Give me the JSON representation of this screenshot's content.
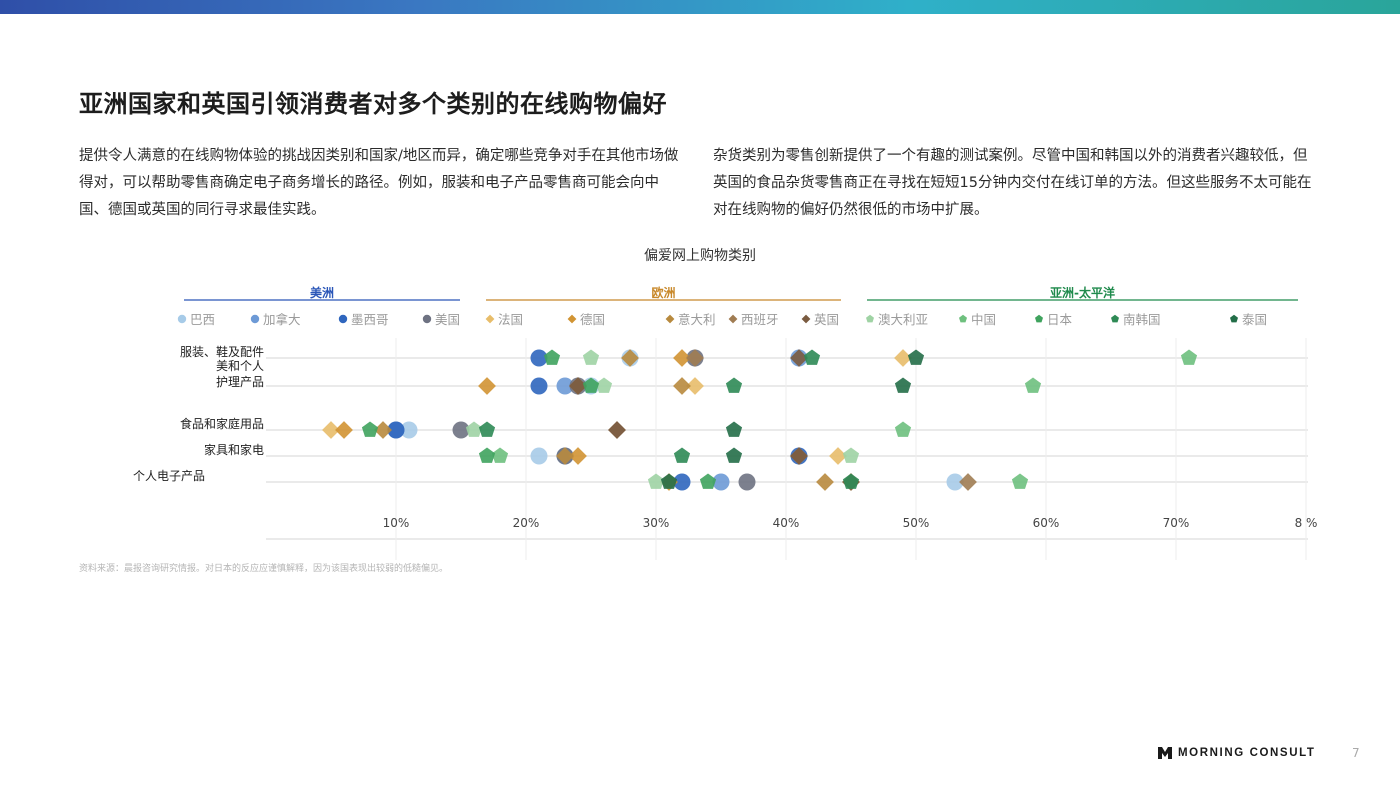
{
  "header": {
    "title": "亚洲国家和英国引领消费者对多个类别的在线购物偏好"
  },
  "intro": {
    "left": "提供令人满意的在线购物体验的挑战因类别和国家/地区而异，确定哪些竞争对手在其他市场做得对，可以帮助零售商确定电子商务增长的路径。例如，服装和电子产品零售商可能会向中国、德国或英国的同行寻求最佳实践。",
    "right": "杂货类别为零售创新提供了一个有趣的测试案例。尽管中国和韩国以外的消费者兴趣较低，但英国的食品杂货零售商正在寻找在短短15分钟内交付在线订单的方法。但这些服务不太可能在对在线购物的偏好仍然很低的市场中扩展。"
  },
  "chart_data": {
    "type": "scatter",
    "title": "偏爱网上购物类别",
    "regions": [
      {
        "name": "美洲",
        "color": "#2a56b8",
        "countries": [
          "巴西",
          "加拿大",
          "墨西哥",
          "美国"
        ]
      },
      {
        "name": "欧洲",
        "color": "#c8882a",
        "countries": [
          "法国",
          "德国",
          "意大利",
          "西班牙",
          "英国"
        ]
      },
      {
        "name": "亚洲-太平洋",
        "color": "#1f8a4c",
        "countries": [
          "澳大利亚",
          "中国",
          "日本",
          "南韩国",
          "泰国"
        ]
      }
    ],
    "series": [
      {
        "name": "巴西",
        "shape": "circle",
        "color": "#a7cbe8"
      },
      {
        "name": "加拿大",
        "shape": "circle",
        "color": "#6d9ad6"
      },
      {
        "name": "墨西哥",
        "shape": "circle",
        "color": "#2f66be"
      },
      {
        "name": "美国",
        "shape": "circle",
        "color": "#6e7282"
      },
      {
        "name": "法国",
        "shape": "diamond",
        "color": "#e8bd6a"
      },
      {
        "name": "德国",
        "shape": "diamond",
        "color": "#d19433"
      },
      {
        "name": "意大利",
        "shape": "diamond",
        "color": "#b88a3e"
      },
      {
        "name": "西班牙",
        "shape": "diamond",
        "color": "#a07c52"
      },
      {
        "name": "英国",
        "shape": "diamond",
        "color": "#7a5b40"
      },
      {
        "name": "澳大利亚",
        "shape": "pentagon",
        "color": "#9fd3a4"
      },
      {
        "name": "中国",
        "shape": "pentagon",
        "color": "#6ec07e"
      },
      {
        "name": "日本",
        "shape": "pentagon",
        "color": "#3fa35e"
      },
      {
        "name": "南韩国",
        "shape": "pentagon",
        "color": "#2e8a55"
      },
      {
        "name": "泰国",
        "shape": "pentagon",
        "color": "#236e48"
      }
    ],
    "categories": [
      {
        "label": [
          "服装、鞋及配件"
        ]
      },
      {
        "label": [
          "美和个人",
          "护理产品"
        ]
      },
      {
        "label": [
          "食品和家庭用品"
        ]
      },
      {
        "label": [
          "家具和家电"
        ]
      },
      {
        "label": [
          "个人电子产品"
        ]
      }
    ],
    "points": [
      {
        "c": 0,
        "s": 0,
        "x": 28
      },
      {
        "c": 0,
        "s": 1,
        "x": 41
      },
      {
        "c": 0,
        "s": 2,
        "x": 21
      },
      {
        "c": 0,
        "s": 3,
        "x": 33
      },
      {
        "c": 0,
        "s": 4,
        "x": 49
      },
      {
        "c": 0,
        "s": 5,
        "x": 32
      },
      {
        "c": 0,
        "s": 6,
        "x": 28
      },
      {
        "c": 0,
        "s": 7,
        "x": 33
      },
      {
        "c": 0,
        "s": 8,
        "x": 41
      },
      {
        "c": 0,
        "s": 9,
        "x": 25
      },
      {
        "c": 0,
        "s": 10,
        "x": 71
      },
      {
        "c": 0,
        "s": 11,
        "x": 22
      },
      {
        "c": 0,
        "s": 12,
        "x": 42
      },
      {
        "c": 0,
        "s": 13,
        "x": 50
      },
      {
        "c": 1,
        "s": 0,
        "x": 25
      },
      {
        "c": 1,
        "s": 1,
        "x": 23
      },
      {
        "c": 1,
        "s": 2,
        "x": 21
      },
      {
        "c": 1,
        "s": 3,
        "x": 24
      },
      {
        "c": 1,
        "s": 4,
        "x": 33
      },
      {
        "c": 1,
        "s": 5,
        "x": 17
      },
      {
        "c": 1,
        "s": 6,
        "x": 32
      },
      {
        "c": 1,
        "s": 7,
        "x": 24
      },
      {
        "c": 1,
        "s": 8,
        "x": 24
      },
      {
        "c": 1,
        "s": 9,
        "x": 26
      },
      {
        "c": 1,
        "s": 10,
        "x": 59
      },
      {
        "c": 1,
        "s": 11,
        "x": 25
      },
      {
        "c": 1,
        "s": 12,
        "x": 36
      },
      {
        "c": 1,
        "s": 13,
        "x": 49
      },
      {
        "c": 2,
        "s": 0,
        "x": 11
      },
      {
        "c": 2,
        "s": 1,
        "x": 10
      },
      {
        "c": 2,
        "s": 2,
        "x": 10
      },
      {
        "c": 2,
        "s": 3,
        "x": 15
      },
      {
        "c": 2,
        "s": 4,
        "x": 5
      },
      {
        "c": 2,
        "s": 5,
        "x": 6
      },
      {
        "c": 2,
        "s": 6,
        "x": 9
      },
      {
        "c": 2,
        "s": 7,
        "x": 27
      },
      {
        "c": 2,
        "s": 8,
        "x": 27
      },
      {
        "c": 2,
        "s": 9,
        "x": 16
      },
      {
        "c": 2,
        "s": 10,
        "x": 49
      },
      {
        "c": 2,
        "s": 11,
        "x": 8
      },
      {
        "c": 2,
        "s": 12,
        "x": 17
      },
      {
        "c": 2,
        "s": 13,
        "x": 36
      },
      {
        "c": 3,
        "s": 0,
        "x": 21
      },
      {
        "c": 3,
        "s": 1,
        "x": 23
      },
      {
        "c": 3,
        "s": 2,
        "x": 41
      },
      {
        "c": 3,
        "s": 3,
        "x": 23
      },
      {
        "c": 3,
        "s": 4,
        "x": 44
      },
      {
        "c": 3,
        "s": 5,
        "x": 24
      },
      {
        "c": 3,
        "s": 6,
        "x": 23
      },
      {
        "c": 3,
        "s": 7,
        "x": 41
      },
      {
        "c": 3,
        "s": 8,
        "x": 41
      },
      {
        "c": 3,
        "s": 9,
        "x": 45
      },
      {
        "c": 3,
        "s": 10,
        "x": 18
      },
      {
        "c": 3,
        "s": 11,
        "x": 17
      },
      {
        "c": 3,
        "s": 12,
        "x": 32
      },
      {
        "c": 3,
        "s": 13,
        "x": 36
      },
      {
        "c": 4,
        "s": 0,
        "x": 53
      },
      {
        "c": 4,
        "s": 1,
        "x": 35
      },
      {
        "c": 4,
        "s": 2,
        "x": 32
      },
      {
        "c": 4,
        "s": 3,
        "x": 37
      },
      {
        "c": 4,
        "s": 4,
        "x": 45
      },
      {
        "c": 4,
        "s": 5,
        "x": 31
      },
      {
        "c": 4,
        "s": 6,
        "x": 43
      },
      {
        "c": 4,
        "s": 7,
        "x": 54
      },
      {
        "c": 4,
        "s": 8,
        "x": 45
      },
      {
        "c": 4,
        "s": 9,
        "x": 30
      },
      {
        "c": 4,
        "s": 10,
        "x": 58
      },
      {
        "c": 4,
        "s": 11,
        "x": 34
      },
      {
        "c": 4,
        "s": 12,
        "x": 45
      },
      {
        "c": 4,
        "s": 13,
        "x": 31
      }
    ],
    "x_ticks": [
      "10%",
      "20%",
      "30%",
      "40%",
      "50%",
      "60%",
      "70%",
      "8 %"
    ],
    "xlim": [
      0,
      80
    ],
    "grid": true,
    "legend_placement": "top"
  },
  "footer": {
    "source": "资料来源：晨报咨询研究情报。对日本的反应应谨慎解释，因为该国表现出较弱的低糙偏见。",
    "brand": "MORNING CONSULT",
    "page_number": "7"
  }
}
